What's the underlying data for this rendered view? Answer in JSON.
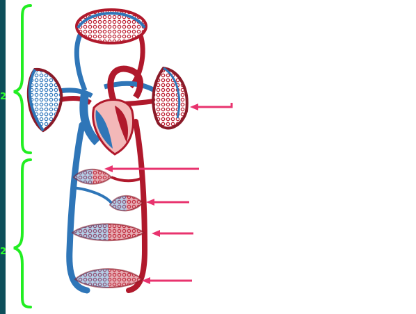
{
  "diagram": {
    "colors": {
      "background": "#0d4f5a",
      "panel": "#ffffff",
      "bracket": "#22ee22",
      "arrow": "#e8336e",
      "artery": "#b0192c",
      "vein": "#2f76b8",
      "vein_light": "#5fa9d8",
      "heart_light": "#f3b8b8"
    },
    "brackets": [
      {
        "label": "2"
      },
      {
        "label": "2"
      }
    ],
    "arrows": [
      {
        "target": "lung-capillaries-right",
        "style": "stepped"
      },
      {
        "target": "organ-capillaries-1",
        "style": "straight"
      },
      {
        "target": "organ-capillaries-2",
        "style": "straight"
      },
      {
        "target": "organ-capillaries-3",
        "style": "straight"
      },
      {
        "target": "organ-capillaries-4",
        "style": "straight"
      }
    ]
  }
}
